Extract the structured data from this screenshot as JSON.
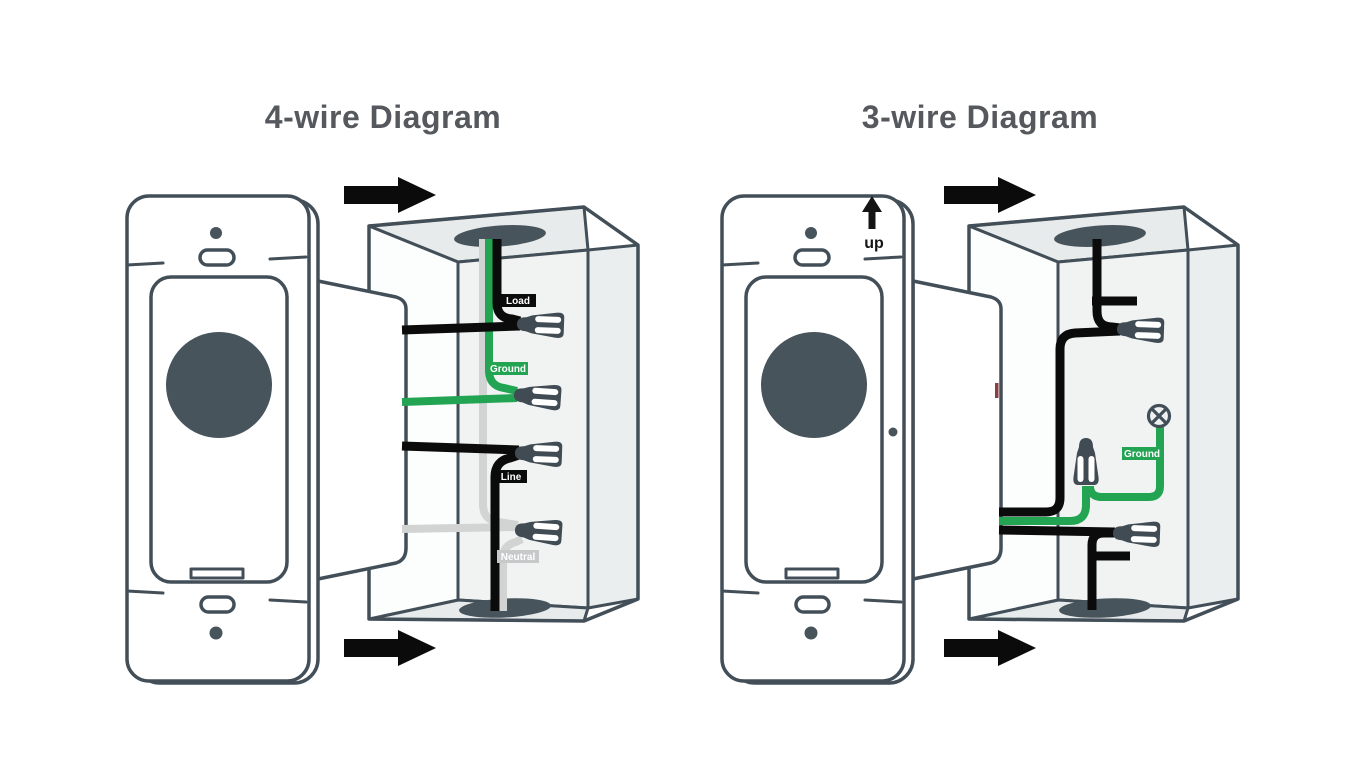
{
  "page": {
    "background": "#ffffff"
  },
  "colors": {
    "outline": "#434f58",
    "dark_fill": "#47545c",
    "wire_black": "#0b0b0b",
    "wire_green": "#22a453",
    "wire_gray": "#d2d4d4",
    "neutral_label_bg": "#c6c8ca",
    "label_text": "#ffffff",
    "title_text": "#55585d",
    "arrow_black": "#0b0b0b",
    "red_mark": "#8b3e44"
  },
  "icons": {
    "right_arrow": "right-arrow",
    "up_arrow": "up-arrow",
    "wire_nut": "wire-nut",
    "ground_screw": "ground-screw"
  },
  "diagrams": [
    {
      "id": "4-wire",
      "title": "4-wire Diagram",
      "wire_labels": {
        "load": "Load",
        "ground": "Ground",
        "line": "Line",
        "neutral": "Neutral"
      }
    },
    {
      "id": "3-wire",
      "title": "3-wire Diagram",
      "wire_labels": {
        "ground": "Ground"
      },
      "orientation_label": "up"
    }
  ]
}
